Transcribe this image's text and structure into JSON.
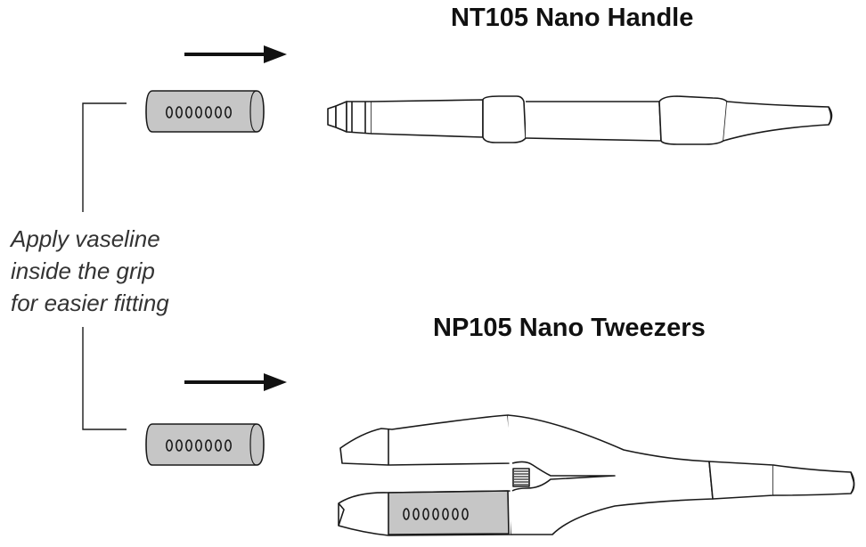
{
  "labels": {
    "handle_title": "NT105 Nano Handle",
    "tweezers_title": "NP105 Nano Tweezers",
    "note_lines": [
      "Apply vaseline",
      "inside the grip",
      "for easier fitting"
    ]
  },
  "colors": {
    "grip_fill": "#c6c6c6",
    "line": "#1a1a1a",
    "text_note": "#333333"
  }
}
